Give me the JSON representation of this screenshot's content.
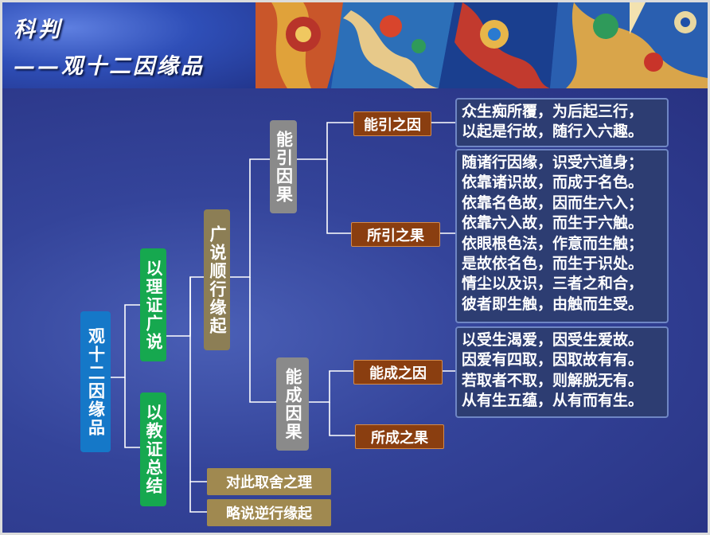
{
  "header": {
    "title_line1": "科判",
    "title_line2": "——观十二因缘品"
  },
  "colors": {
    "header_blue": "#2a4aa8",
    "background": "#2e3a88",
    "root_blue": "#1578c8",
    "green": "#16a84f",
    "olive": "#8c7e55",
    "grey": "#8a8a8a",
    "brown": "#8a3e10"
  },
  "tree": {
    "root": "观十二因缘品",
    "level1": [
      "以理证广说",
      "以教证总结"
    ],
    "level2": [
      "广说顺行缘起",
      "对此取舍之理",
      "略说逆行缘起"
    ],
    "level3": [
      "能引因果",
      "能成因果"
    ],
    "level4": [
      "能引之因",
      "所引之果",
      "能成之因",
      "所成之果"
    ]
  },
  "texts": {
    "box1": [
      "众生痴所覆，为后起三行，",
      "以起是行故，随行入六趣。"
    ],
    "box2": [
      "随诸行因缘，识受六道身；",
      "依靠诸识故，而成于名色。",
      "依靠名色故，因而生六入；",
      "依靠六入故，而生于六触。",
      "依眼根色法，作意而生触；",
      "是故依名色，而生于识处。",
      "情尘以及识，三者之和合，",
      "彼者即生触，由触而生受。"
    ],
    "box3": [
      "以受生渴爱，因受生爱故。",
      "因爱有四取，因取故有有。",
      "若取者不取，则解脱无有。",
      "从有生五蕴，从有而有生。"
    ]
  }
}
